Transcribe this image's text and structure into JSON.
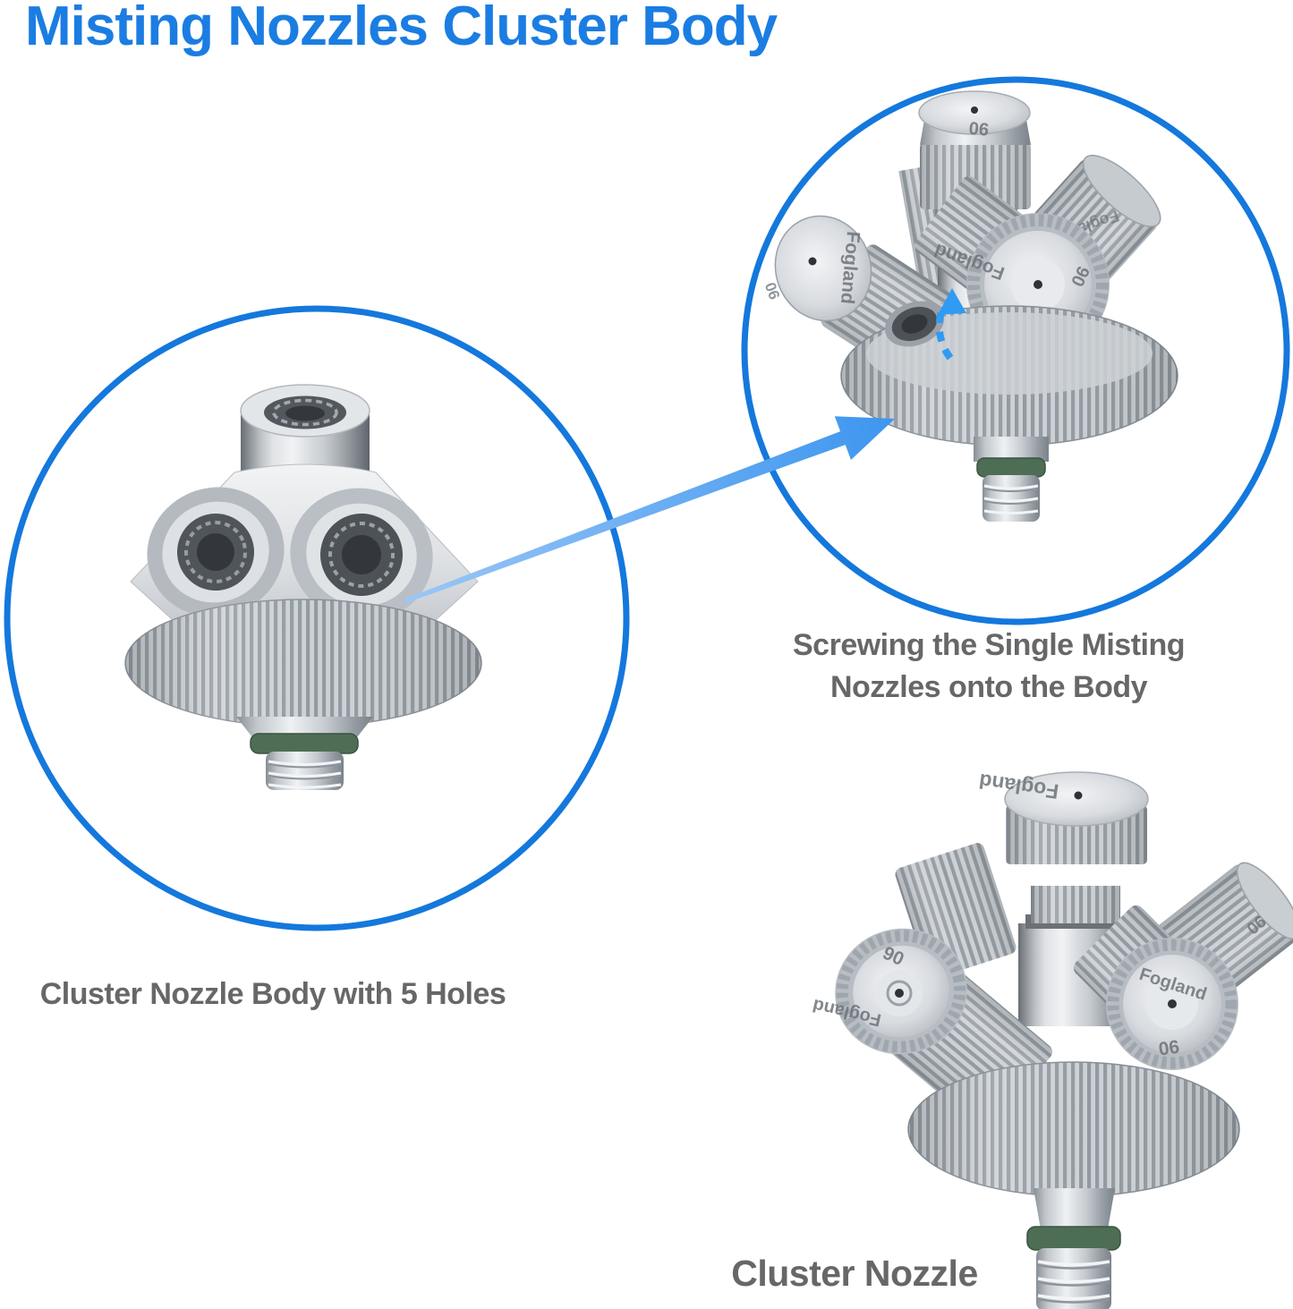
{
  "title": {
    "text": "Misting Nozzles Cluster Body",
    "color": "#1b7de2"
  },
  "captions": {
    "screwing_line1": "Screwing the Single Misting",
    "screwing_line2": "Nozzles onto the Body",
    "body_label": "Cluster Nozzle Body with 5 Holes",
    "cluster_label": "Cluster Nozzle",
    "color": "#676767"
  },
  "engravings": {
    "brand": "Fogland",
    "size": "90"
  },
  "annotations": {
    "highlight_circle_color": "#1478dc",
    "pointer_arrow_color_start": "#9cc7f6",
    "pointer_arrow_color_end": "#3c96ef",
    "screw_motion_arrow_color": "#2f9bf2"
  },
  "photos": {
    "left": "cluster nozzle body with 5 threaded holes, green o-ring, threaded stud",
    "top_right": "cluster body with four single misting nozzles installed and one empty hole",
    "bottom_right": "fully assembled cluster nozzle with five misting nozzles"
  }
}
